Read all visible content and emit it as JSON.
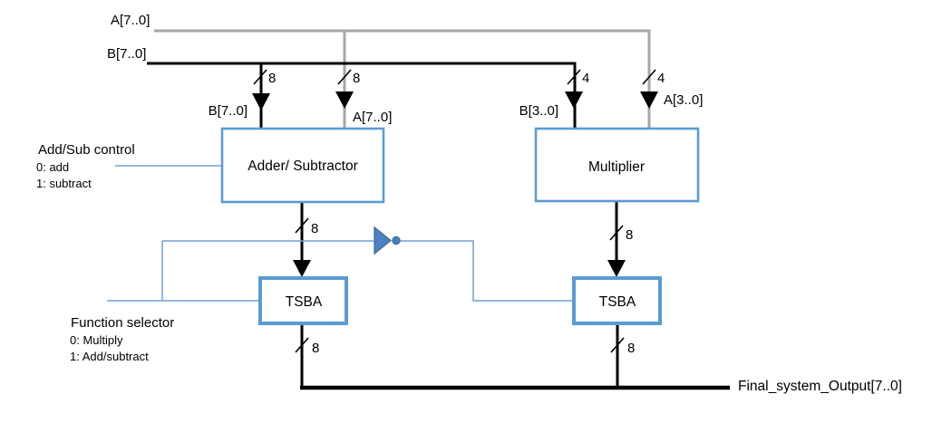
{
  "colors": {
    "wire_black": "#000000",
    "wire_gray": "#a6a6a6",
    "box_border": "#5b9bd5",
    "control_line": "#6fa0d6",
    "inverter_fill": "#4c80c0",
    "inverter_stroke": "#41719c",
    "text": "#000000"
  },
  "buses": {
    "a": "A[7..0]",
    "b": "B[7..0]"
  },
  "adder": {
    "label": "Adder/ Subtractor",
    "input_b": {
      "label": "B[7..0]",
      "width": "8"
    },
    "input_a": {
      "label": "A[7..0]",
      "width": "8"
    },
    "output_width": "8"
  },
  "multiplier": {
    "label": "Multiplier",
    "input_b": {
      "label": "B[3..0]",
      "width": "4"
    },
    "input_a": {
      "label": "A[3..0]",
      "width": "4"
    },
    "output_width": "8"
  },
  "tsba_left": {
    "label": "TSBA",
    "output_width": "8"
  },
  "tsba_right": {
    "label": "TSBA",
    "output_width": "8"
  },
  "controls": {
    "add_sub": {
      "title": "Add/Sub control",
      "option0": "0: add",
      "option1": "1: subtract"
    },
    "function_selector": {
      "title": "Function selector",
      "option0": "0: Multiply",
      "option1": "1: Add/subtract"
    }
  },
  "output": {
    "label": "Final_system_Output[7..0]"
  }
}
